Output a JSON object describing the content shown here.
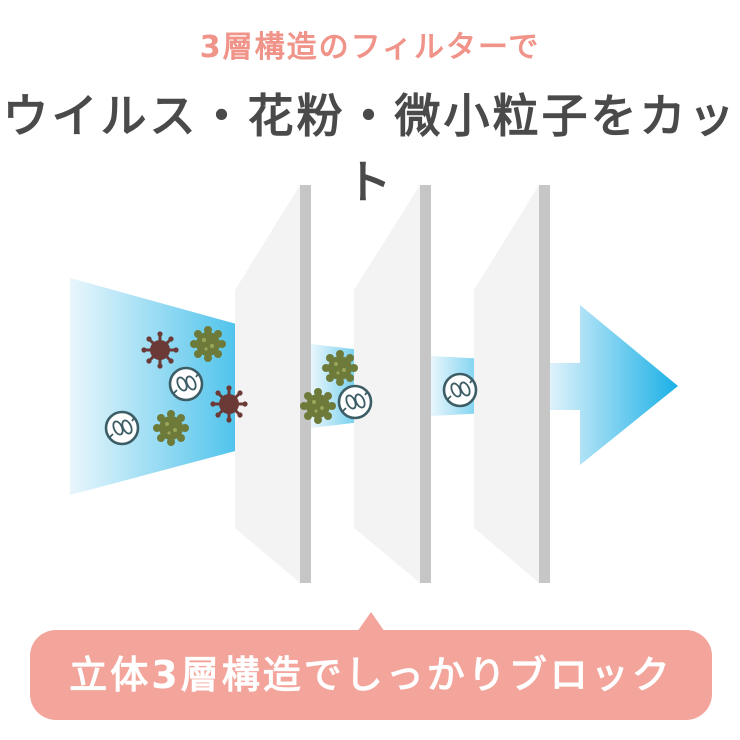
{
  "header": {
    "subtitle": "3層構造のフィルターで",
    "title": "ウイルス・花粉・微小粒子をカット"
  },
  "illustration": {
    "filter_layers": 3,
    "icons": [
      "virus-icon",
      "pollen-icon",
      "particle-icon",
      "arrow-icon"
    ]
  },
  "badge": {
    "text": "立体3層構造でしっかりブロック"
  },
  "colors": {
    "subtitle": "#f0948a",
    "title": "#4a4a4a",
    "badge": "#f3a59c",
    "beam": "#2bb8e8",
    "virus": "#6b3a36",
    "pollen": "#6e7a3a",
    "particle": "#3d5d66"
  }
}
